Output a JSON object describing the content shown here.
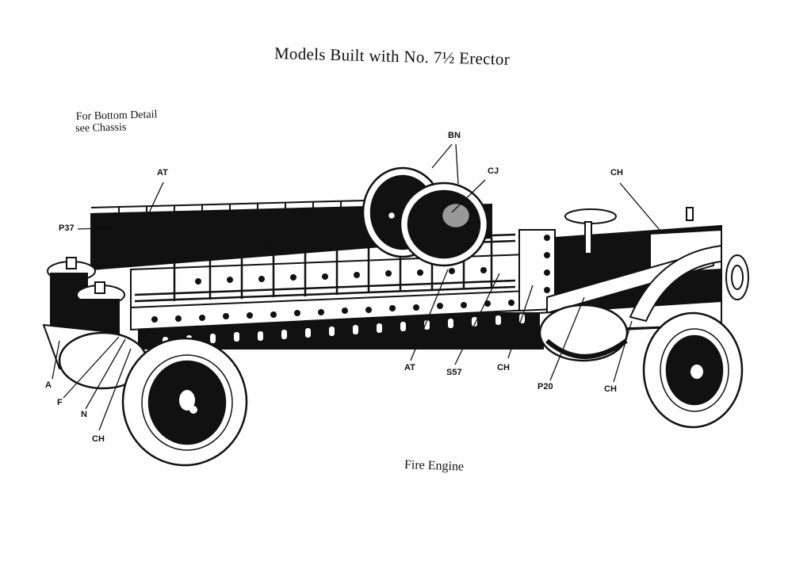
{
  "page": {
    "title": "Models Built with No. 7½ Erector",
    "note": {
      "line1": "For Bottom Detail",
      "line2": "see Chassis"
    },
    "caption": "Fire Engine"
  },
  "illustration": {
    "subject": "Fire Engine model built from Erector parts",
    "callouts": [
      {
        "id": "at-top",
        "label": "AT"
      },
      {
        "id": "p37",
        "label": "P37"
      },
      {
        "id": "bn",
        "label": "BN"
      },
      {
        "id": "cj",
        "label": "CJ"
      },
      {
        "id": "ch-top",
        "label": "CH"
      },
      {
        "id": "a",
        "label": "A"
      },
      {
        "id": "f",
        "label": "F"
      },
      {
        "id": "n",
        "label": "N"
      },
      {
        "id": "ch-bottom-left",
        "label": "CH"
      },
      {
        "id": "at-bottom",
        "label": "AT"
      },
      {
        "id": "s57",
        "label": "S57"
      },
      {
        "id": "ch-bottom-mid",
        "label": "CH"
      },
      {
        "id": "p20",
        "label": "P20"
      },
      {
        "id": "ch-bottom-right",
        "label": "CH"
      }
    ]
  }
}
